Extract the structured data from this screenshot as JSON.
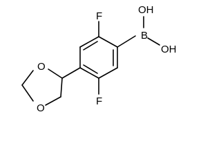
{
  "molecule": {
    "labels": {
      "boron": "B",
      "hydroxyl_top": "OH",
      "hydroxyl_right": "OH",
      "fluorine_top": "F",
      "fluorine_bottom": "F",
      "oxygen_ring_top": "O",
      "oxygen_ring_bottom": "O"
    }
  },
  "colors": {
    "bond": "#000000",
    "text": "#000000",
    "background": "#ffffff"
  }
}
